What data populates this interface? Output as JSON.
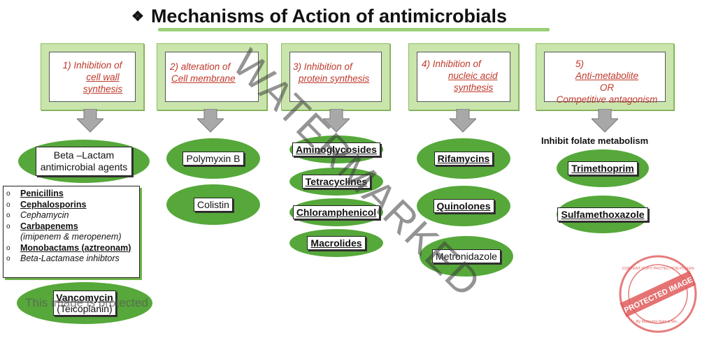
{
  "title": {
    "bullet": "❖",
    "text": "Mechanisms of Action of antimicrobials"
  },
  "mechanisms": [
    {
      "l1": "1) Inhibition of",
      "l2": "cell wall",
      "l3": "synthesis"
    },
    {
      "l1": "2) alteration of",
      "l2": "Cell membrane"
    },
    {
      "l1": "3) Inhibition of",
      "l2": "protein synthesis"
    },
    {
      "l1": "4) Inhibition of",
      "l2": "nucleic acid",
      "l3": "synthesis"
    },
    {
      "l1": "5)",
      "l1b": "Anti-metabolite",
      "l2": "OR",
      "l3": "Competitive antagonism"
    }
  ],
  "col1": {
    "beta_l1": "Beta –Lactam",
    "beta_l2": "antimicrobial agents",
    "list": [
      {
        "bullet": "o",
        "text": "Penicillins"
      },
      {
        "bullet": "o",
        "text": "Cephalosporins"
      },
      {
        "bullet": "o",
        "text": "Cephamycin"
      },
      {
        "bullet": "o",
        "text": "Carbapenems"
      },
      {
        "bullet": "",
        "text": "(imipenem & meropenem)"
      },
      {
        "bullet": "o",
        "text": "Monobactams (aztreonam)"
      },
      {
        "bullet": "o",
        "text": "Beta-Lactamase inhibtors"
      }
    ],
    "vanco_l1": "Vancomycin",
    "vanco_l2": "(Teicoplanin)"
  },
  "col2": [
    "Polymyxin B",
    "Colistin"
  ],
  "col3": [
    "Aminoglycosides",
    "Tetracyclines",
    "Chloramphenicol",
    "Macrolides"
  ],
  "col4": [
    "Rifamycins",
    "Quinolones",
    "Metronidazole"
  ],
  "col5": {
    "heading": "Inhibit folate metabolism",
    "drugs": [
      "Trimethoprim",
      "Sulfamethoxazole"
    ]
  },
  "watermark": "WATERMARKED",
  "protected_text": "This image is protected",
  "stamp": {
    "top": "CONTENT COPY PROTECTION PLUGIN",
    "middle": "PROTECTED IMAGE",
    "bottom": "By Mubashir Nabi & Mo...",
    "color": "#e05a5a"
  },
  "colors": {
    "header_green": "#c9e5ac",
    "oval_green": "#56a83a",
    "mechanism_text": "#c0392b",
    "arrow_gray": "#a8a8a8"
  }
}
